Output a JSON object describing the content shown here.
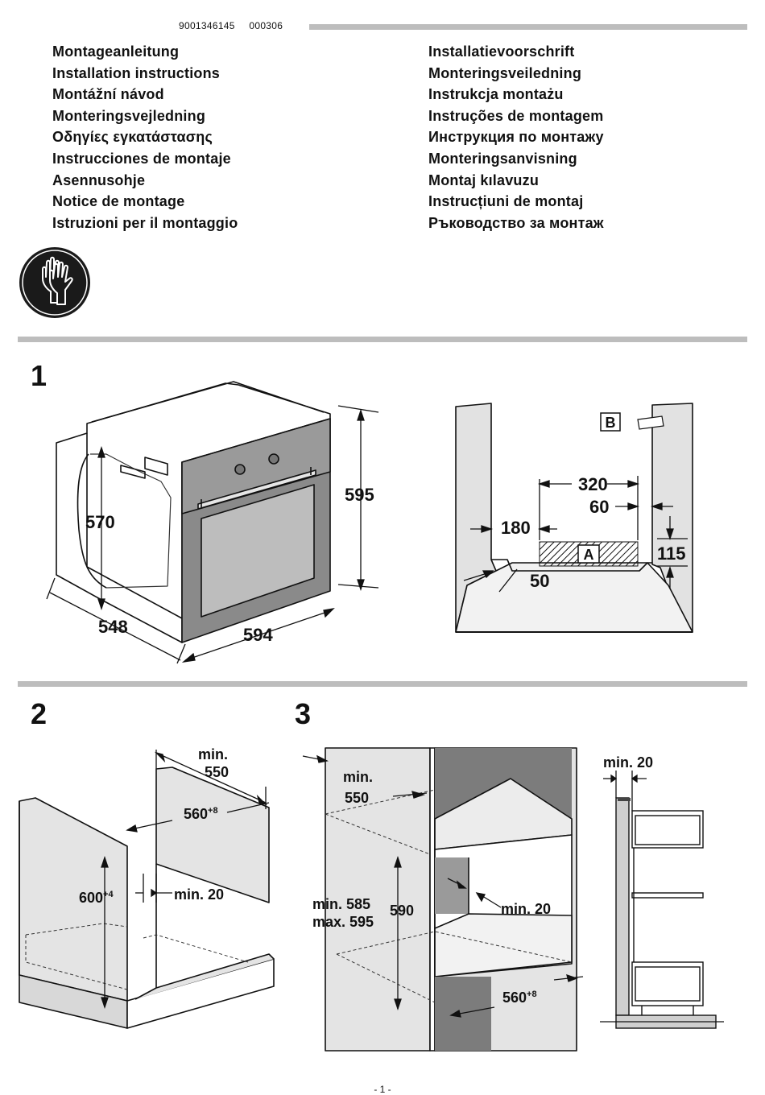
{
  "header": {
    "doc_number": "9001346145",
    "doc_code": "000306"
  },
  "titles_left": [
    "Montageanleitung",
    "Installation instructions",
    "Montážní návod",
    "Monteringsvejledning",
    "Οδηγίες εγκατάστασης",
    "Instrucciones de montaje",
    "Asennusohje",
    "Notice de montage",
    "Istruzioni per il montaggio"
  ],
  "titles_right": [
    "Installatievoorschrift",
    "Monteringsveiledning",
    "Instrukcja montażu",
    "Instruções de montagem",
    "Инструкция по монтажу",
    "Monteringsanvisning",
    "Montaj kılavuzu",
    "Instrucțiuni de montaj",
    "Ръководство за монтаж"
  ],
  "icons": {
    "safety": "protective-gloves-icon"
  },
  "step1": {
    "number": "1",
    "oven": {
      "height": "595",
      "depth_inner": "570",
      "depth": "548",
      "width": "594"
    },
    "cabinet": {
      "d320": "320",
      "d60": "60",
      "d180": "180",
      "d115": "115",
      "d50": "50",
      "label_a": "A",
      "label_b": "B"
    }
  },
  "step2": {
    "number": "2",
    "min550": "min.\n550",
    "min_a": "min.",
    "v550": "550",
    "w560": "560",
    "w560_tol": "+8",
    "h600": "600",
    "h600_tol": "+4",
    "min20": "min. 20"
  },
  "step3": {
    "number": "3",
    "min_a": "min.",
    "v550": "550",
    "min585": "min. 585",
    "max595": "max. 595",
    "h590": "590",
    "min20": "min. 20",
    "w560": "560",
    "w560_tol": "+8",
    "side_min20": "min. 20"
  },
  "footer": {
    "page": "- 1 -"
  }
}
